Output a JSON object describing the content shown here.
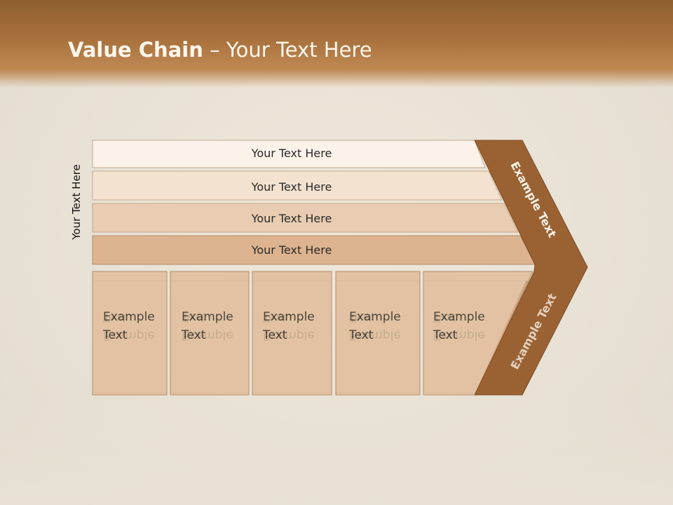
{
  "title": {
    "bold": "Value Chain",
    "rest": " – Your Text Here"
  },
  "side_label": "Your Text Here",
  "bars": [
    {
      "label": "Your Text Here",
      "color": "#fbf2e9"
    },
    {
      "label": "Your Text Here",
      "color": "#f3e2d0"
    },
    {
      "label": "Your Text Here",
      "color": "#e9cdb2"
    },
    {
      "label": "Your Text Here",
      "color": "#ddb48f"
    }
  ],
  "boxes": [
    "Example\nText",
    "Example\nText",
    "Example\nText",
    "Example\nText",
    "Example\nText"
  ],
  "arrow": {
    "upper": "Example Text",
    "lower": "Example Text",
    "color": "#9a6233"
  },
  "colors": {
    "header": "#a9713c",
    "box_fill": "#e2c2a2",
    "box_border": "#b48d6b"
  }
}
